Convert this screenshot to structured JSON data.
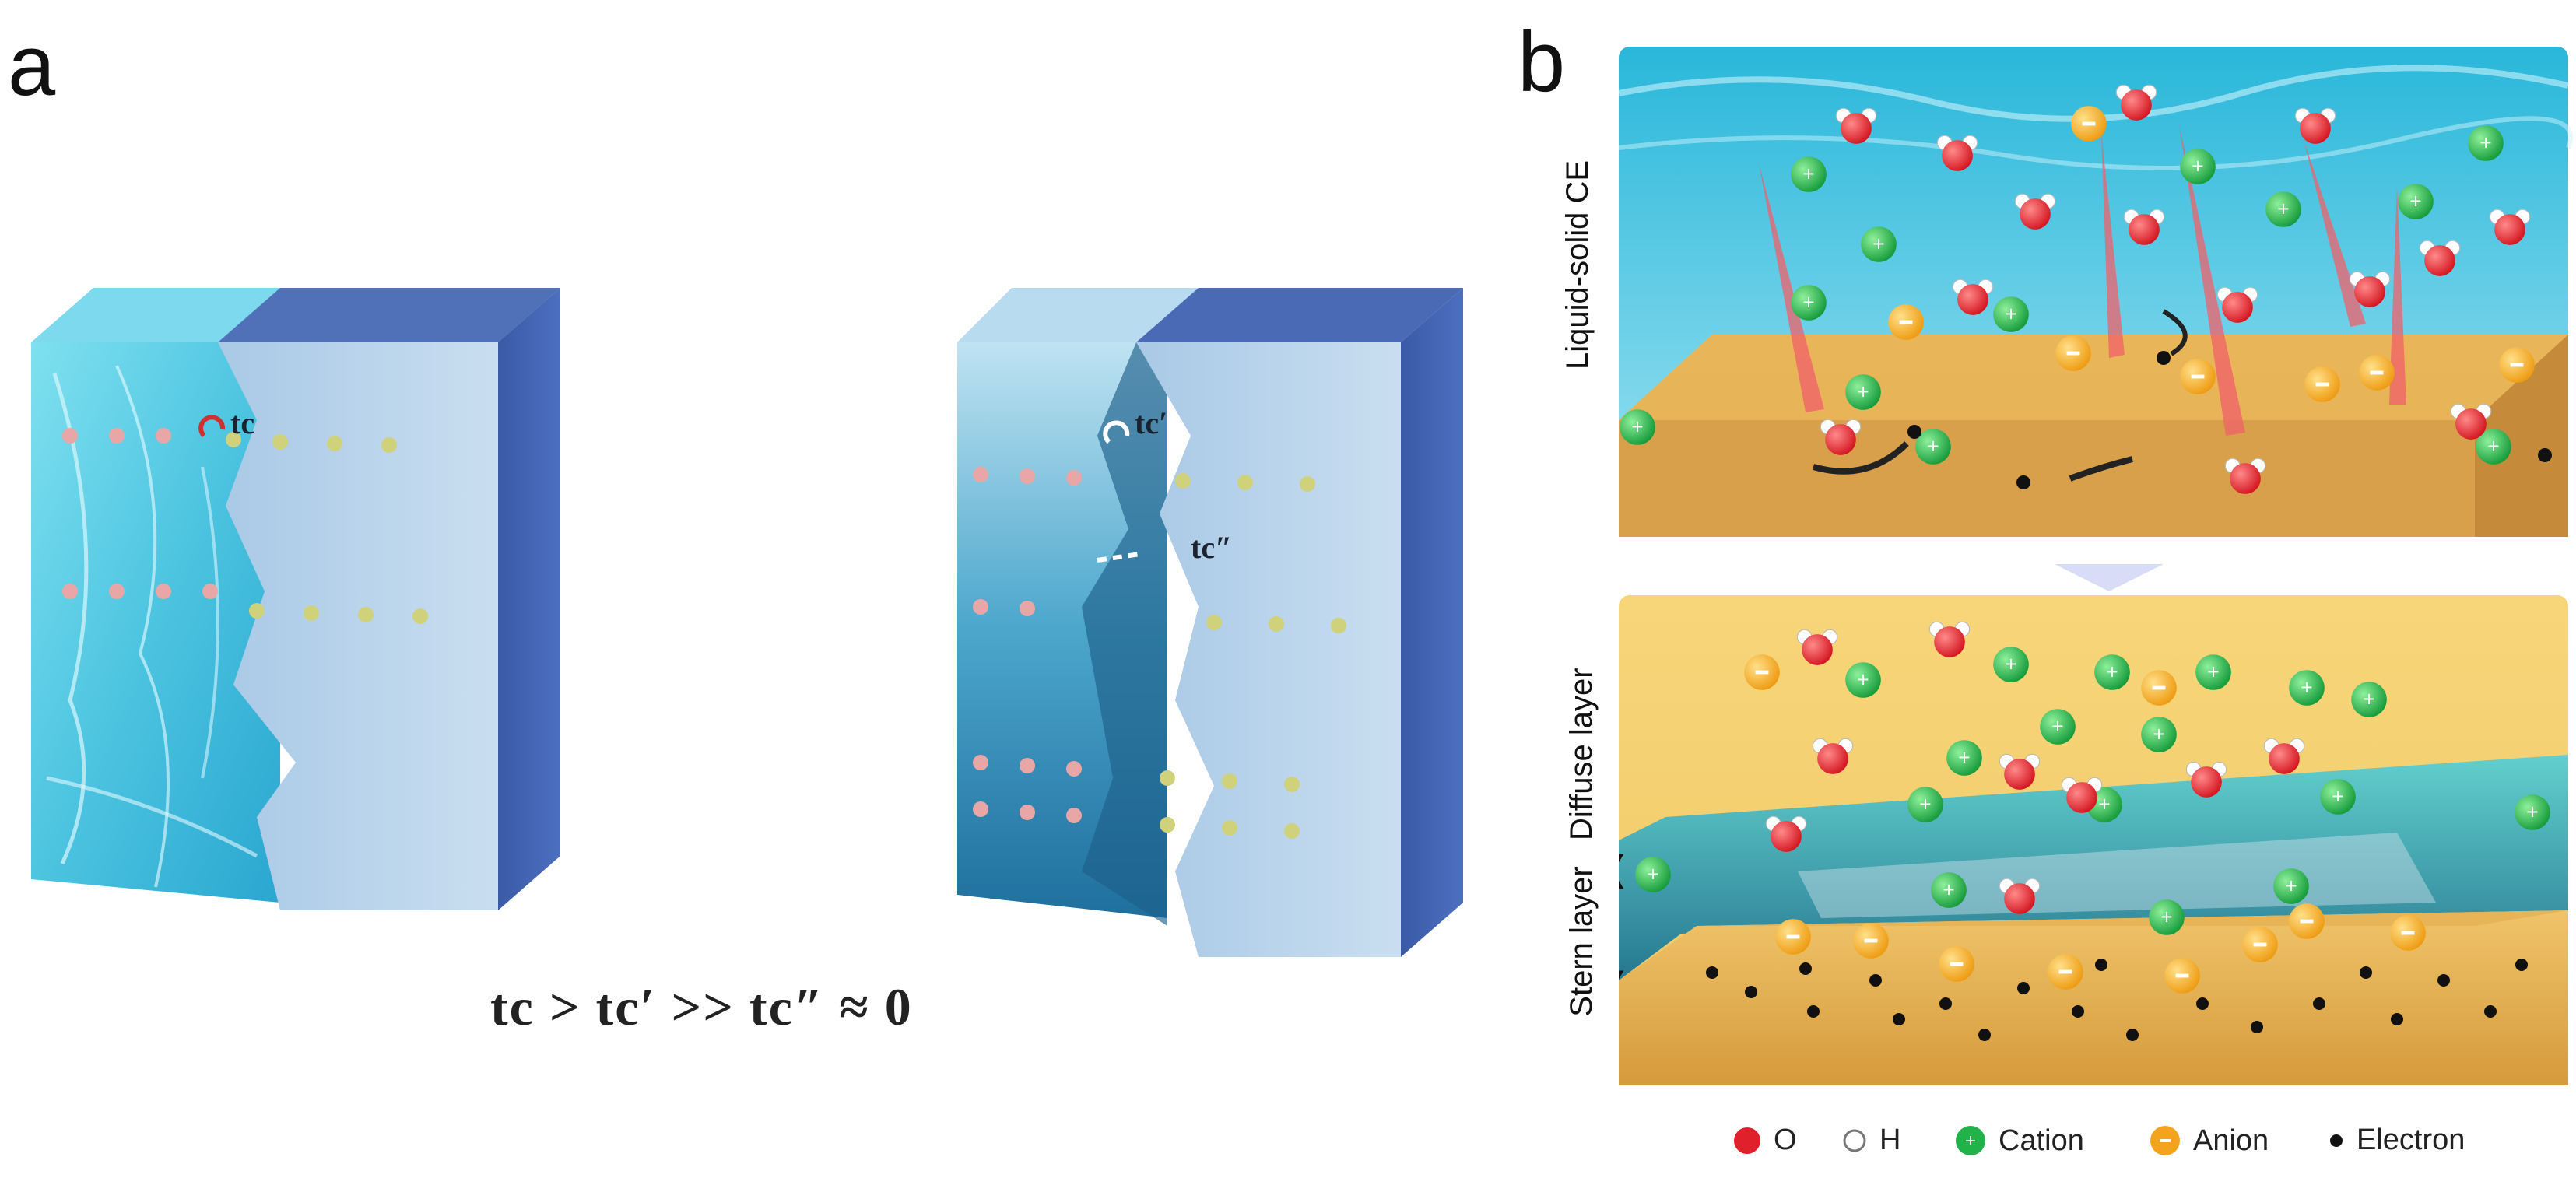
{
  "panels": {
    "a": {
      "label": "a",
      "labels": {
        "tc": "tc",
        "tc_prime": "tc′",
        "tc_dprime": "tc″"
      },
      "equation": "tc > tc′ >> tc″ ≈ 0"
    },
    "b": {
      "label": "b",
      "top_side_label": "Liquid-solid  CE",
      "bottom_side_labels": {
        "diffuse": "Diffuse layer",
        "stern": "Stern layer"
      }
    }
  },
  "legend": [
    {
      "label": "O",
      "icon": "oxygen-atom-icon",
      "color": "#e0202a"
    },
    {
      "label": "H",
      "icon": "hydrogen-atom-icon",
      "color": "#ffffff"
    },
    {
      "label": "Cation",
      "icon": "cation-icon",
      "color": "#22b24a"
    },
    {
      "label": "Anion",
      "icon": "anion-icon",
      "color": "#f4a41c"
    },
    {
      "label": "Electron",
      "icon": "electron-icon",
      "color": "#111111"
    }
  ],
  "colors": {
    "water": "#2fb8d8",
    "solid": "#d9a64a",
    "block_blue": "#3b5aa8",
    "block_light": "#b8d2ea"
  }
}
